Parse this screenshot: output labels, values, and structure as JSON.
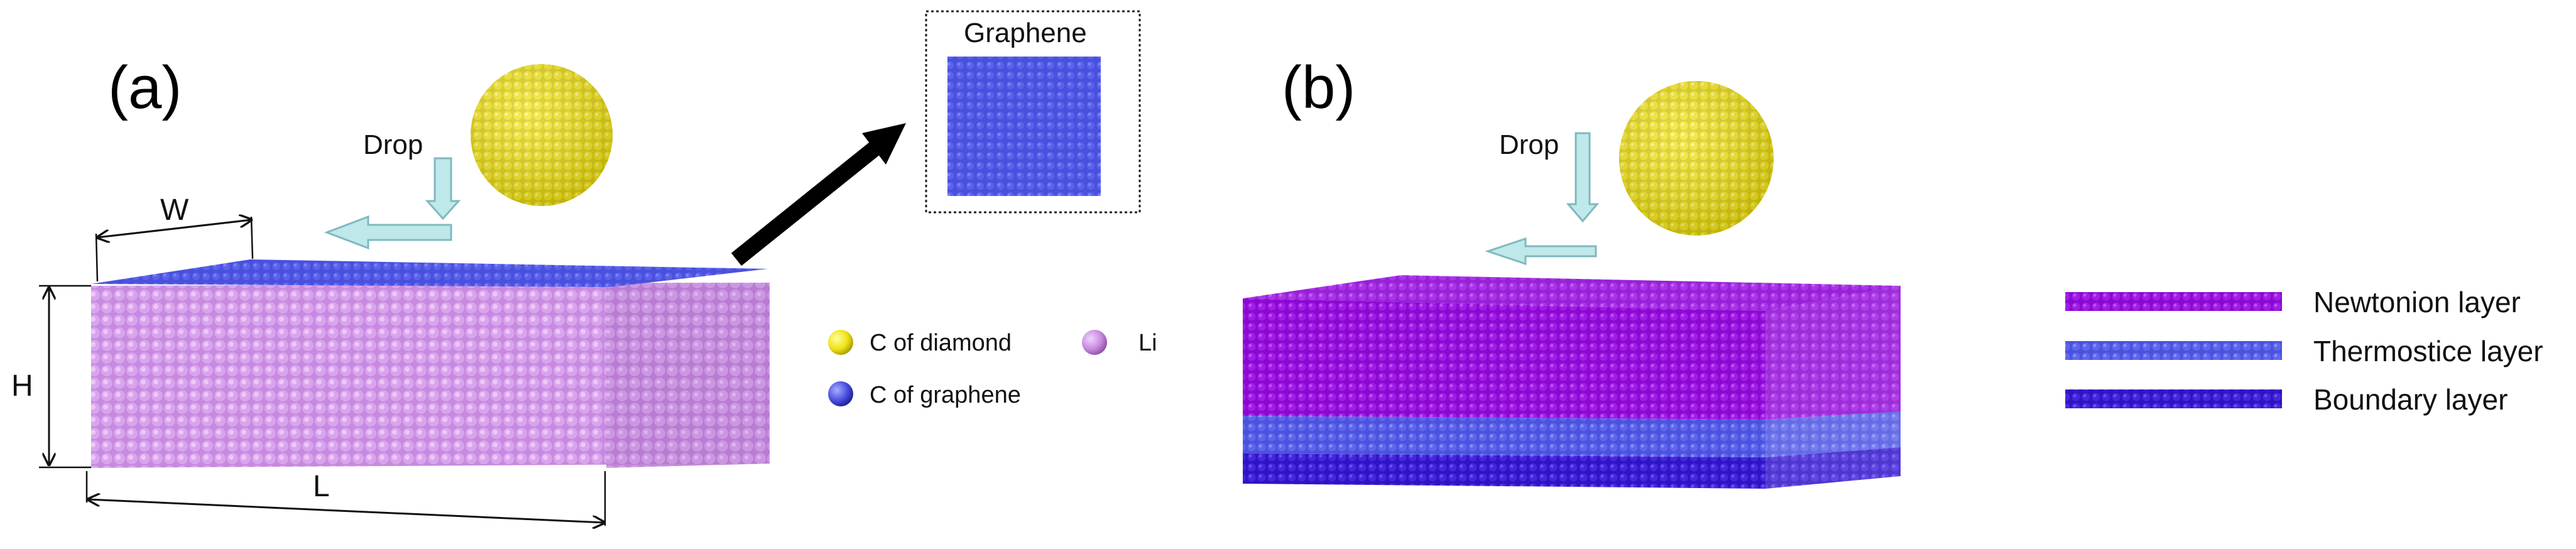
{
  "panel_a": {
    "letter": "(a)",
    "drop_label": "Drop",
    "dims": {
      "w": "W",
      "h": "H",
      "l": "L"
    },
    "inset_title": "Graphene",
    "legend": {
      "diamond": "C of  diamond",
      "li": "Li",
      "graphene": "C of graphene"
    }
  },
  "panel_b": {
    "letter": "(b)",
    "drop_label": "Drop",
    "legend": {
      "newtonian": "Newtonion layer",
      "thermostat": "Thermostice layer",
      "boundary": "Boundary layer"
    }
  },
  "colors": {
    "lithium": "#c98be0",
    "graphene": "#4a4fe0",
    "diamond": "#f2e61a",
    "arrow_fill": "#bfe8ea",
    "arrow_stroke": "#7fb9c0",
    "newtonian": "#9b10e0",
    "thermostat": "#5a60e8",
    "boundary": "#3a1fd0"
  }
}
